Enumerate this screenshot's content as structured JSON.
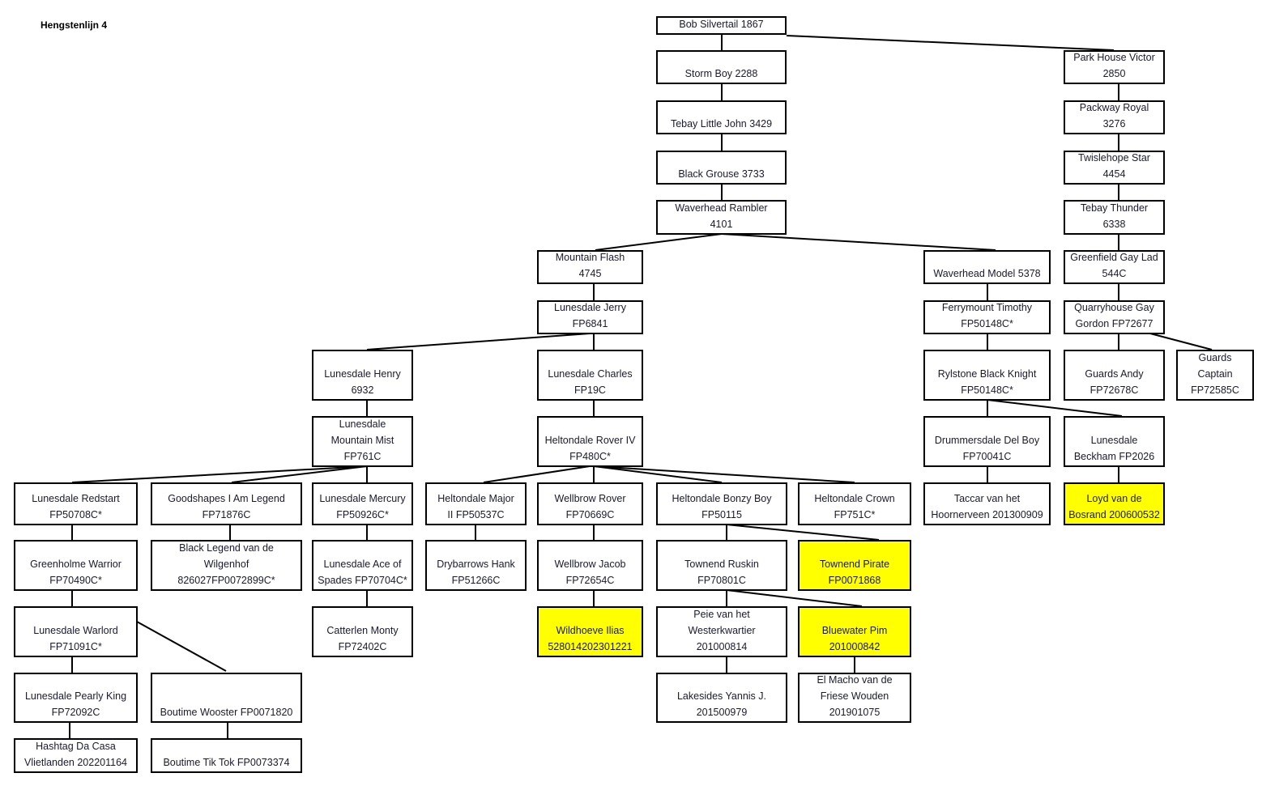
{
  "title": "Hengstenlijn 4",
  "highlight_color": "#ffff00",
  "nodes": [
    {
      "id": "bob",
      "lines": [
        "Bob Silvertail 1867"
      ],
      "highlight": false
    },
    {
      "id": "stormboy",
      "lines": [
        "Storm Boy 2288"
      ],
      "highlight": false
    },
    {
      "id": "tebaylj",
      "lines": [
        "Tebay Little John 3429"
      ],
      "highlight": false
    },
    {
      "id": "blackgrouse",
      "lines": [
        "Black Grouse 3733"
      ],
      "highlight": false
    },
    {
      "id": "rambler",
      "lines": [
        "Waverhead Rambler",
        "4101"
      ],
      "highlight": false
    },
    {
      "id": "parkhouse",
      "lines": [
        "Park House Victor",
        "2850"
      ],
      "highlight": false
    },
    {
      "id": "packway",
      "lines": [
        "Packway Royal",
        "3276"
      ],
      "highlight": false
    },
    {
      "id": "twislehope",
      "lines": [
        "Twislehope Star",
        "4454"
      ],
      "highlight": false
    },
    {
      "id": "tebaythunder",
      "lines": [
        "Tebay Thunder",
        "6338"
      ],
      "highlight": false
    },
    {
      "id": "greenfield",
      "lines": [
        "Greenfield Gay Lad",
        "544C"
      ],
      "highlight": false
    },
    {
      "id": "quarryhouse",
      "lines": [
        "Quarryhouse Gay",
        "Gordon FP72677"
      ],
      "highlight": false
    },
    {
      "id": "guardsandy",
      "lines": [
        "Guards Andy",
        "FP72678C"
      ],
      "highlight": false
    },
    {
      "id": "guardscaptain",
      "lines": [
        "Guards",
        "Captain",
        "FP72585C"
      ],
      "highlight": false
    },
    {
      "id": "mountainflash",
      "lines": [
        "Mountain Flash",
        "4745"
      ],
      "highlight": false
    },
    {
      "id": "waverheadmodel",
      "lines": [
        "Waverhead Model 5378"
      ],
      "highlight": false
    },
    {
      "id": "jerry",
      "lines": [
        "Lunesdale Jerry",
        "FP6841"
      ],
      "highlight": false
    },
    {
      "id": "ferrymount",
      "lines": [
        "Ferrymount Timothy",
        "FP50148C*"
      ],
      "highlight": false
    },
    {
      "id": "henry",
      "lines": [
        "Lunesdale Henry",
        "6932"
      ],
      "highlight": false
    },
    {
      "id": "charles",
      "lines": [
        "Lunesdale Charles",
        "FP19C"
      ],
      "highlight": false
    },
    {
      "id": "rylstone",
      "lines": [
        "Rylstone Black Knight",
        "FP50148C*"
      ],
      "highlight": false
    },
    {
      "id": "mountainmist",
      "lines": [
        "Lunesdale",
        "Mountain  Mist",
        "FP761C"
      ],
      "highlight": false
    },
    {
      "id": "roveriv",
      "lines": [
        "Heltondale Rover IV",
        "FP480C*"
      ],
      "highlight": false
    },
    {
      "id": "drummersdale",
      "lines": [
        "Drummersdale Del Boy",
        "FP70041C"
      ],
      "highlight": false
    },
    {
      "id": "beckham",
      "lines": [
        "Lunesdale",
        "Beckham FP2026"
      ],
      "highlight": false
    },
    {
      "id": "redstart",
      "lines": [
        "Lunesdale Redstart",
        "FP50708C*"
      ],
      "highlight": false
    },
    {
      "id": "goodshapes",
      "lines": [
        "Goodshapes I Am Legend",
        "FP71876C"
      ],
      "highlight": false
    },
    {
      "id": "mercury",
      "lines": [
        "Lunesdale Mercury",
        "FP50926C*"
      ],
      "highlight": false
    },
    {
      "id": "majorii",
      "lines": [
        "Heltondale Major",
        "II FP50537C"
      ],
      "highlight": false
    },
    {
      "id": "wellbrowrover",
      "lines": [
        "Wellbrow Rover",
        "FP70669C"
      ],
      "highlight": false
    },
    {
      "id": "bonzyboy",
      "lines": [
        "Heltondale Bonzy Boy",
        "FP50115"
      ],
      "highlight": false
    },
    {
      "id": "crown",
      "lines": [
        "Heltondale Crown",
        "FP751C*"
      ],
      "highlight": false
    },
    {
      "id": "taccar",
      "lines": [
        "Taccar van het",
        "Hoornerveen 201300909"
      ],
      "highlight": false
    },
    {
      "id": "loyd",
      "lines": [
        "Loyd van de",
        "Bosrand 200600532"
      ],
      "highlight": true
    },
    {
      "id": "greenholme",
      "lines": [
        "Greenholme Warrior",
        "FP70490C*"
      ],
      "highlight": false
    },
    {
      "id": "blacklegend",
      "lines": [
        "Black Legend van de",
        "Wilgenhof",
        "826027FP0072899C*"
      ],
      "highlight": false
    },
    {
      "id": "aceofspades",
      "lines": [
        "Lunesdale Ace of",
        "Spades FP70704C*"
      ],
      "highlight": false
    },
    {
      "id": "drybarrows",
      "lines": [
        "Drybarrows Hank",
        "FP51266C"
      ],
      "highlight": false
    },
    {
      "id": "wellbrowjacob",
      "lines": [
        "Wellbrow Jacob",
        "FP72654C"
      ],
      "highlight": false
    },
    {
      "id": "ruskin",
      "lines": [
        "Townend Ruskin",
        "FP70801C"
      ],
      "highlight": false
    },
    {
      "id": "pirate",
      "lines": [
        "Townend Pirate",
        "FP0071868"
      ],
      "highlight": true
    },
    {
      "id": "warlord",
      "lines": [
        "Lunesdale Warlord",
        "FP71091C*"
      ],
      "highlight": false
    },
    {
      "id": "catterlen",
      "lines": [
        "Catterlen Monty",
        "FP72402C"
      ],
      "highlight": false
    },
    {
      "id": "wildhoeve",
      "lines": [
        "Wildhoeve Ilias",
        "528014202301221"
      ],
      "highlight": true
    },
    {
      "id": "peie",
      "lines": [
        "Peie van het",
        "Westerkwartier",
        "201000814"
      ],
      "highlight": false
    },
    {
      "id": "bluewater",
      "lines": [
        "Bluewater Pim",
        "201000842"
      ],
      "highlight": true
    },
    {
      "id": "pearlyking",
      "lines": [
        "Lunesdale Pearly King",
        "FP72092C"
      ],
      "highlight": false
    },
    {
      "id": "wooster",
      "lines": [
        "Boutime Wooster FP0071820"
      ],
      "highlight": false
    },
    {
      "id": "lakesides",
      "lines": [
        "Lakesides Yannis J.",
        "201500979"
      ],
      "highlight": false
    },
    {
      "id": "elmacho",
      "lines": [
        "El Macho van de",
        "Friese Wouden",
        "201901075"
      ],
      "highlight": false
    },
    {
      "id": "hashtag",
      "lines": [
        "Hashtag Da Casa",
        "Vlietlanden 202201164"
      ],
      "highlight": false
    },
    {
      "id": "tiktok",
      "lines": [
        "Boutime Tik Tok FP0073374"
      ],
      "highlight": false
    }
  ]
}
